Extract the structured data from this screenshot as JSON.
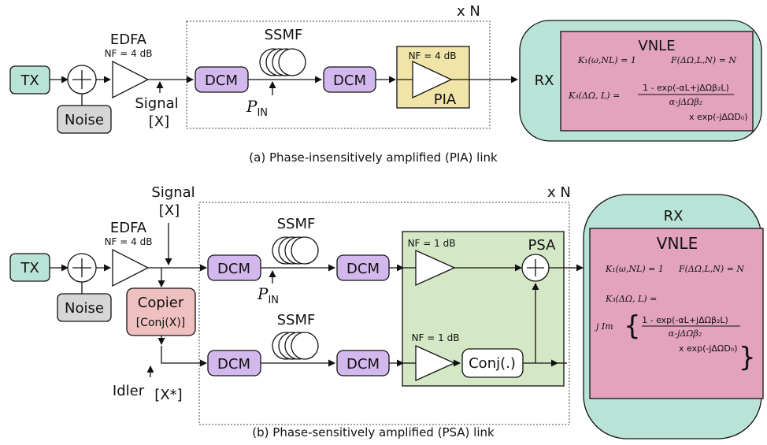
{
  "panel_a": {
    "caption": "(a) Phase-insensitively amplified (PIA) link",
    "repeat": "x N",
    "tx": "TX",
    "noise": "Noise",
    "edfa": "EDFA",
    "edfa_nf": "NF = 4 dB",
    "signal": "Signal",
    "signal_x": "[X]",
    "dcm": "DCM",
    "ssmf": "SSMF",
    "pin_p": "P",
    "pin_sub": "IN",
    "pia_nf": "NF = 4 dB",
    "pia": "PIA",
    "rx": "RX",
    "vnle": "VNLE",
    "k1": "K₁(ω,NL) = 1",
    "f": "F(ΔΩ,L,N) = N",
    "k3_lhs": "K₃(ΔΩ, L) =",
    "k3_num": "1 - exp(-αL+jΔΩβ₂L)",
    "k3_den": "α-jΔΩβ₂",
    "k3_tail": "x exp(-jΔΩD₀)"
  },
  "panel_b": {
    "caption": "(b) Phase-sensitively amplified (PSA) link",
    "repeat": "x N",
    "tx": "TX",
    "noise": "Noise",
    "edfa": "EDFA",
    "edfa_nf": "NF = 4 dB",
    "signal": "Signal",
    "signal_x": "[X]",
    "copier": "Copier",
    "copier_sub": "[Conj(X)]",
    "idler": "Idler",
    "idler_x": "[X*]",
    "dcm": "DCM",
    "ssmf": "SSMF",
    "pin_p": "P",
    "pin_sub": "IN",
    "nf_top": "NF = 1 dB",
    "nf_bottom": "NF = 1 dB",
    "psa": "PSA",
    "conj": "Conj(.)",
    "rx": "RX",
    "vnle": "VNLE",
    "k1": "K₁(ω,NL) = 1",
    "f": "F(ΔΩ,L,N) = N",
    "k3_lhs": "K₃(ΔΩ, L) =",
    "k3_im": "j Im",
    "k3_num": "1 - exp(-αL+jΔΩβ₂L)",
    "k3_den": "α-jΔΩβ₂",
    "k3_tail": "x exp(-jΔΩD₀)"
  },
  "colors": {
    "tx_fill": "#b9e3d6",
    "noise_fill": "#d6d6d6",
    "dcm_fill": "#d3b8ee",
    "pia_fill": "#f1e4a8",
    "psa_fill": "#d4e8c6",
    "rx_fill": "#b9e3d6",
    "vnle_fill": "#e3a3bd",
    "copier_fill": "#efc0c0"
  }
}
